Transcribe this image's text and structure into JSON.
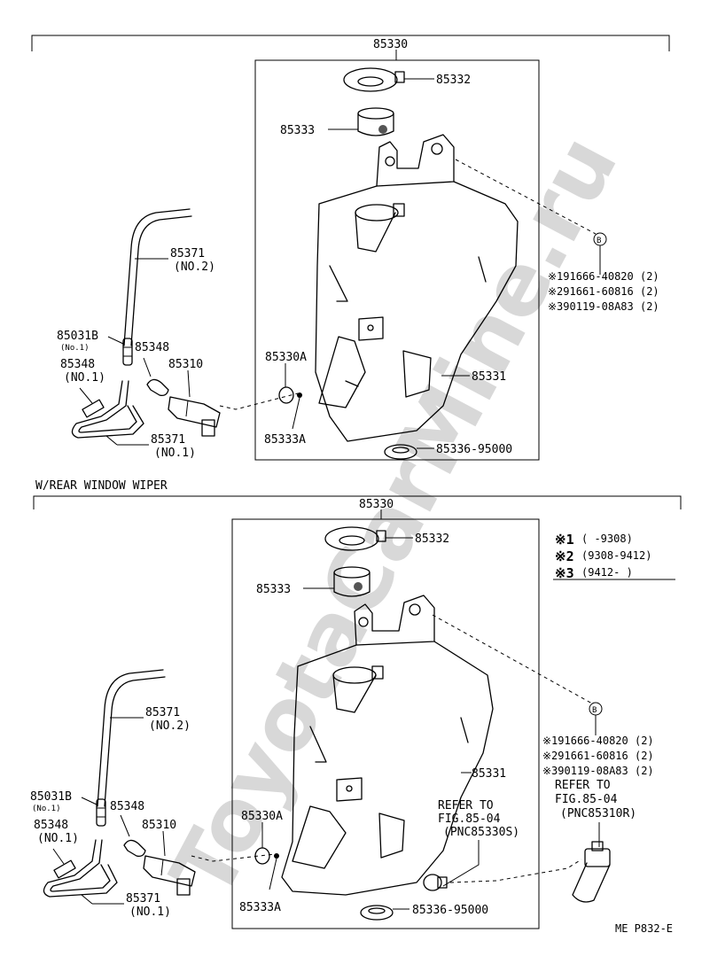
{
  "watermark": "ToyotaCarMine.ru",
  "upper": {
    "assembly": "85330",
    "cap": "85332",
    "strainer": "85333",
    "tank": "85331",
    "grommet_pump": "85330A",
    "pump_seal": "85333A",
    "grommet_bottom": "85336-95000",
    "pump": "85310",
    "hose_no2": "85371",
    "hose_no2_sub": "(NO.2)",
    "hose_no1": "85371",
    "hose_no1_sub": "(NO.1)",
    "valve": "85031B",
    "valve_sub": "(No.1)",
    "joint": "85348",
    "joint_no1": "85348",
    "joint_no1_sub": "(NO.1)",
    "ref_b": "B",
    "bolts": [
      "※191666-40820 (2)",
      "※291661-60816 (2)",
      "※390119-08A83 (2)"
    ]
  },
  "section_title": "W/REAR WINDOW WIPER",
  "lower": {
    "assembly": "85330",
    "cap": "85332",
    "strainer": "85333",
    "tank": "85331",
    "grommet_pump": "85330A",
    "pump_seal": "85333A",
    "grommet_bottom": "85336-95000",
    "pump": "85310",
    "hose_no2": "85371",
    "hose_no2_sub": "(NO.2)",
    "hose_no1": "85371",
    "hose_no1_sub": "(NO.1)",
    "valve": "85031B",
    "valve_sub": "(No.1)",
    "joint": "85348",
    "joint_no1": "85348",
    "joint_no1_sub": "(NO.1)",
    "ref_b": "B",
    "bolts": [
      "※191666-40820 (2)",
      "※291661-60816 (2)",
      "※390119-08A83 (2)"
    ],
    "refer_inner": [
      "REFER TO",
      "FIG.85-04",
      "(PNC85330S)"
    ],
    "refer_outer": [
      "REFER TO",
      "FIG.85-04",
      "(PNC85310R)"
    ]
  },
  "legend": [
    {
      "mark": "※1",
      "range": "(      -9308)"
    },
    {
      "mark": "※2",
      "range": "(9308-9412)"
    },
    {
      "mark": "※3",
      "range": "(9412-      )"
    }
  ],
  "footer_code": "ME P832-E"
}
